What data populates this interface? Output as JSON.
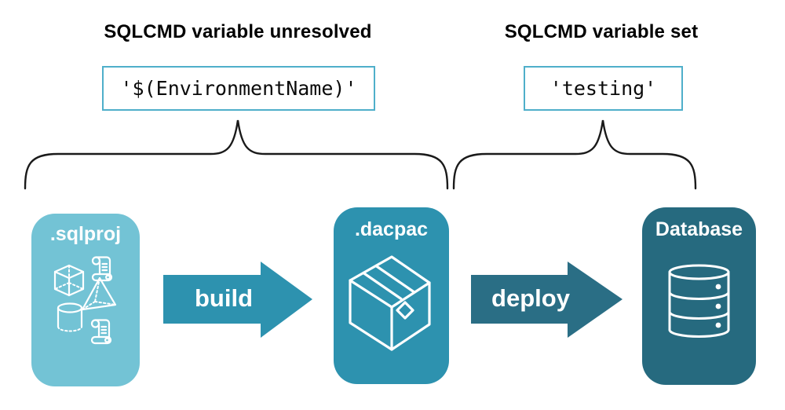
{
  "annotations": {
    "left": {
      "title": "SQLCMD variable unresolved",
      "code": "'$(EnvironmentName)'"
    },
    "right": {
      "title": "SQLCMD variable set",
      "code": "'testing'"
    }
  },
  "pipeline": {
    "nodes": [
      {
        "label": ".sqlproj",
        "color": "#73C3D5",
        "icon": "sql-objects-icon"
      },
      {
        "label": ".dacpac",
        "color": "#2D92AF",
        "icon": "package-box-icon"
      },
      {
        "label": "Database",
        "color": "#266A7F",
        "icon": "database-cylinder-icon"
      }
    ],
    "steps": [
      {
        "label": "build",
        "color": "#2D92AF"
      },
      {
        "label": "deploy",
        "color": "#2A6E85"
      }
    ]
  },
  "colors": {
    "background": "#FFFFFF",
    "code_box_border": "#4FAFCA",
    "brace_stroke": "#1A1A1A",
    "heading_text": "#000000",
    "code_text": "#0A0A0A",
    "node_label_text": "#FFFFFF",
    "icon_stroke": "#FFFFFF"
  }
}
